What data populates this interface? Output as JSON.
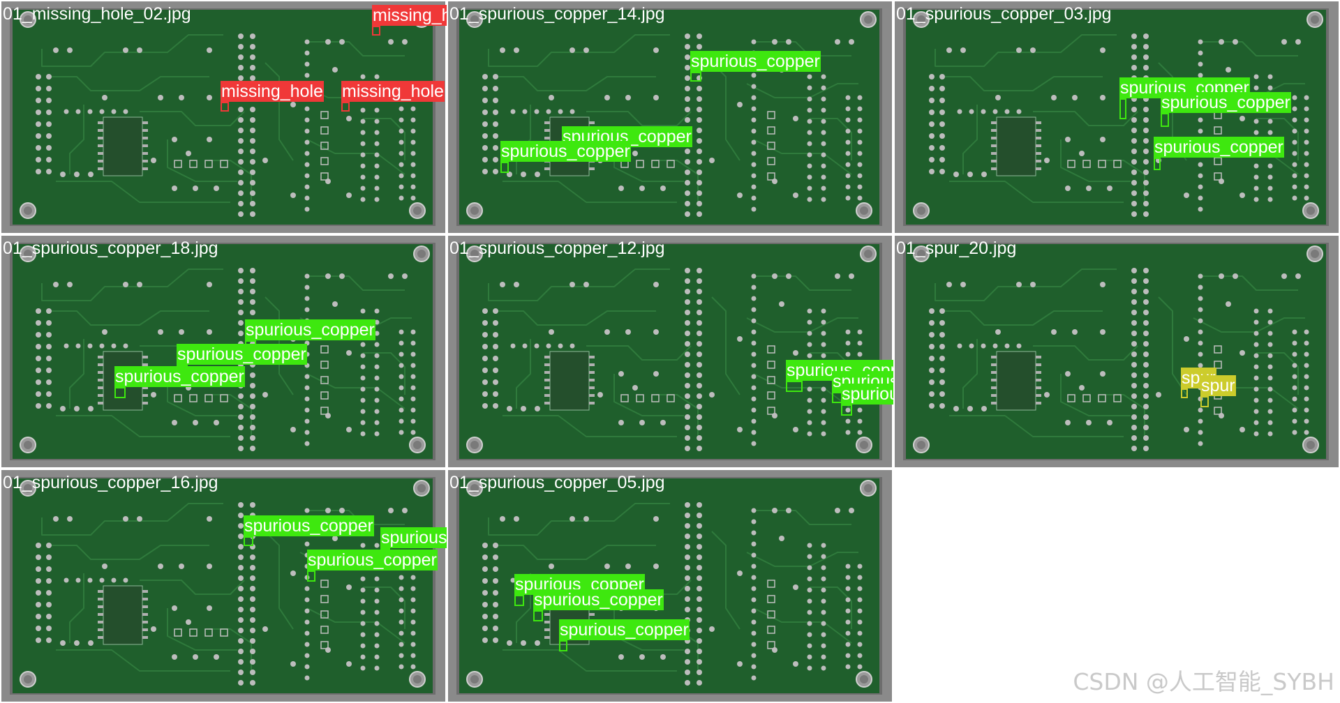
{
  "colors": {
    "missing_hole": "#f03838",
    "spurious_copper": "#3ee80f",
    "spur": "#cccc2c",
    "board_green": "#1f5f2c",
    "board_border": "#8a8a8a"
  },
  "tiles": [
    {
      "title": "01_missing_hole_02.jpg",
      "detections": [
        {
          "label": "missing_hole",
          "cls": "missing_hole"
        },
        {
          "label": "missing_hole",
          "cls": "missing_hole"
        },
        {
          "label": "missing_hole",
          "cls": "missing_hole"
        }
      ]
    },
    {
      "title": "01_spurious_copper_14.jpg",
      "detections": [
        {
          "label": "spurious_copper",
          "cls": "spurious_copper"
        },
        {
          "label": "spurious_copper",
          "cls": "spurious_copper"
        },
        {
          "label": "spurious_copper",
          "cls": "spurious_copper"
        }
      ]
    },
    {
      "title": "01_spurious_copper_03.jpg",
      "detections": [
        {
          "label": "spurious_copper",
          "cls": "spurious_copper"
        },
        {
          "label": "spurious_copper",
          "cls": "spurious_copper"
        },
        {
          "label": "spurious_copper",
          "cls": "spurious_copper"
        }
      ]
    },
    {
      "title": "01_spurious_copper_18.jpg",
      "detections": [
        {
          "label": "spurious_copper",
          "cls": "spurious_copper"
        },
        {
          "label": "spurious_copper",
          "cls": "spurious_copper"
        },
        {
          "label": "spurious_copper",
          "cls": "spurious_copper"
        }
      ]
    },
    {
      "title": "01_spurious_copper_12.jpg",
      "detections": [
        {
          "label": "spurious_copper",
          "cls": "spurious_copper"
        },
        {
          "label": "spurious_copper",
          "cls": "spurious_copper"
        },
        {
          "label": "spurious_copper",
          "cls": "spurious_copper"
        }
      ]
    },
    {
      "title": "01_spur_20.jpg",
      "detections": [
        {
          "label": "spur",
          "cls": "spur"
        },
        {
          "label": "spur",
          "cls": "spur"
        }
      ]
    },
    {
      "title": "01_spurious_copper_16.jpg",
      "detections": [
        {
          "label": "spurious_copper",
          "cls": "spurious_copper"
        },
        {
          "label": "spurious_copper",
          "cls": "spurious_copper"
        },
        {
          "label": "spurious_copper",
          "cls": "spurious_copper"
        }
      ]
    },
    {
      "title": "01_spurious_copper_05.jpg",
      "detections": [
        {
          "label": "spurious_copper",
          "cls": "spurious_copper"
        },
        {
          "label": "spurious_copper",
          "cls": "spurious_copper"
        },
        {
          "label": "spurious_copper",
          "cls": "spurious_copper"
        }
      ]
    }
  ],
  "watermark": "CSDN @人工智能_SYBH"
}
